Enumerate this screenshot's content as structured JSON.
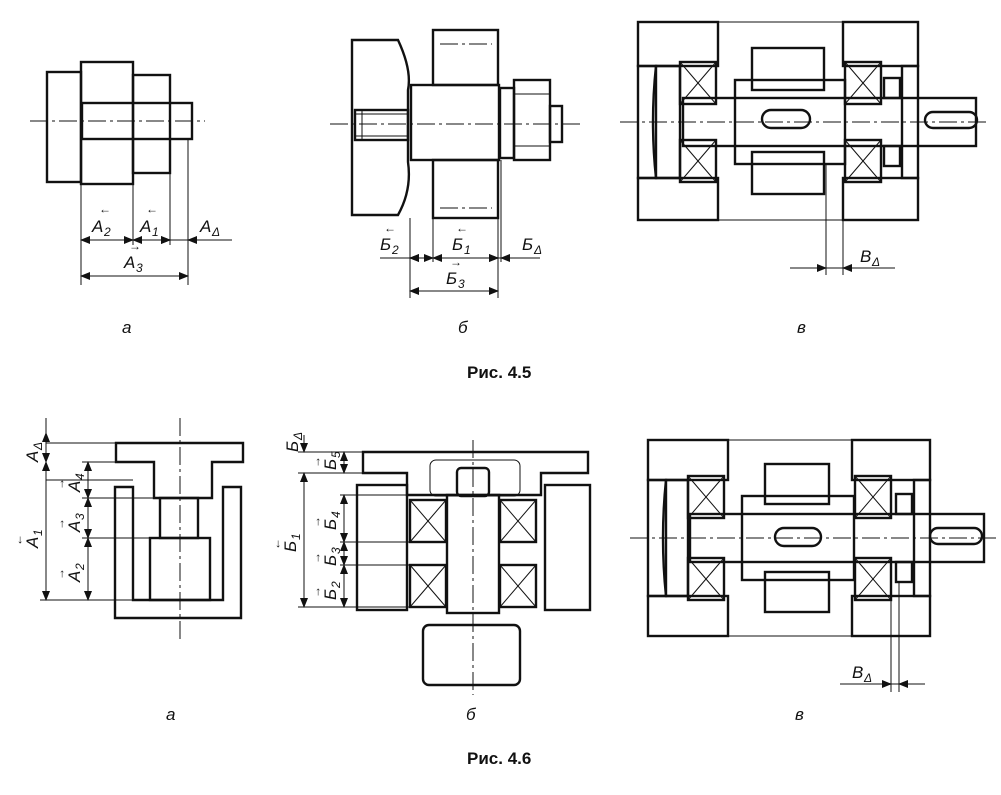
{
  "fig45": {
    "caption": "Рис. 4.5",
    "a": {
      "label": "а",
      "dims": {
        "a2": "A",
        "a2_sub": "2",
        "a1": "A",
        "a1_sub": "1",
        "ad": "A",
        "ad_sub": "Δ",
        "a3": "A",
        "a3_sub": "3"
      }
    },
    "b": {
      "label": "б",
      "dims": {
        "b2": "Б",
        "b2_sub": "2",
        "b1": "Б",
        "b1_sub": "1",
        "bd": "Б",
        "bd_sub": "Δ",
        "b3": "Б",
        "b3_sub": "3"
      }
    },
    "v": {
      "label": "в",
      "dims": {
        "vd": "В",
        "vd_sub": "Δ"
      }
    }
  },
  "fig46": {
    "caption": "Рис. 4.6",
    "a": {
      "label": "а",
      "dims": {
        "ad": "A",
        "ad_sub": "Δ",
        "a4": "A",
        "a4_sub": "4",
        "a3": "A",
        "a3_sub": "3",
        "a1": "A",
        "a1_sub": "1",
        "a2": "A",
        "a2_sub": "2"
      }
    },
    "b": {
      "label": "б",
      "dims": {
        "bd": "Б",
        "bd_sub": "Δ",
        "b5": "Б",
        "b5_sub": "5",
        "b4": "Б",
        "b4_sub": "4",
        "b1": "Б",
        "b1_sub": "1",
        "b3": "Б",
        "b3_sub": "3",
        "b2": "Б",
        "b2_sub": "2"
      }
    },
    "v": {
      "label": "в",
      "dims": {
        "vd": "В",
        "vd_sub": "Δ"
      }
    }
  }
}
